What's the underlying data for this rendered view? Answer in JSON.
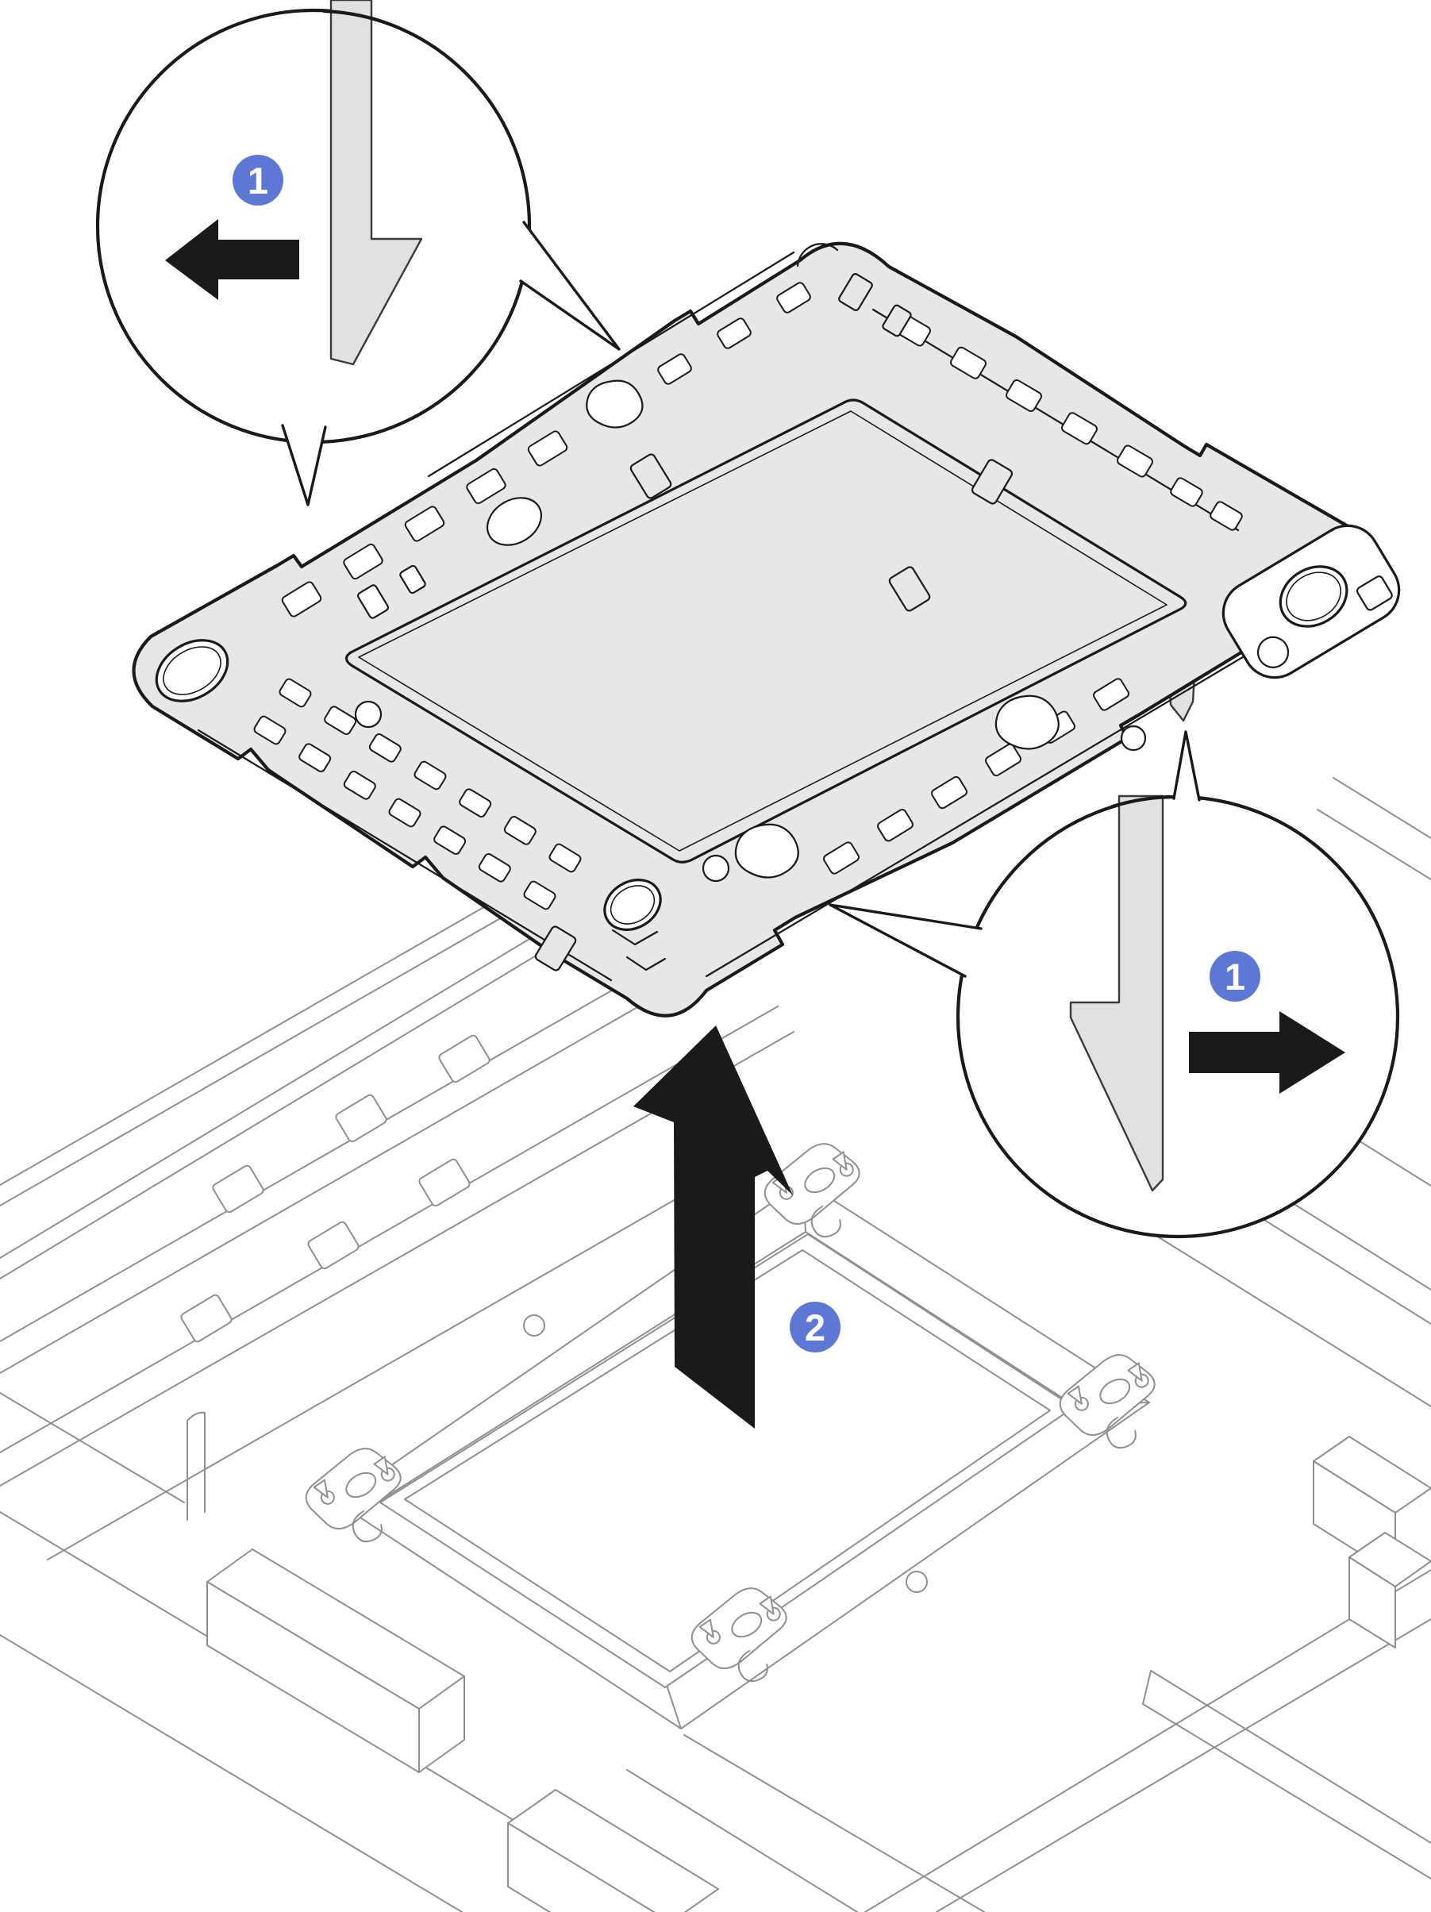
{
  "figure": {
    "kind": "hardware-maintenance-illustration",
    "subject": "processor-carrier-lifted-from-socket"
  },
  "callouts": {
    "left": {
      "badge": "1",
      "press_arrow_direction": "left",
      "detail_icon": "retaining-clip"
    },
    "right": {
      "badge": "1",
      "press_arrow_direction": "right",
      "detail_icon": "retaining-clip"
    }
  },
  "lift_step": {
    "badge": "2",
    "arrow_direction": "up"
  },
  "colors": {
    "background": "#ffffff",
    "line": "#1a1a1a",
    "board_line": "#8f8f8f",
    "carrier_fill": "#e7e7e7",
    "clip_fill": "#e1e1e1",
    "badge_blue": "#5d77d5"
  }
}
